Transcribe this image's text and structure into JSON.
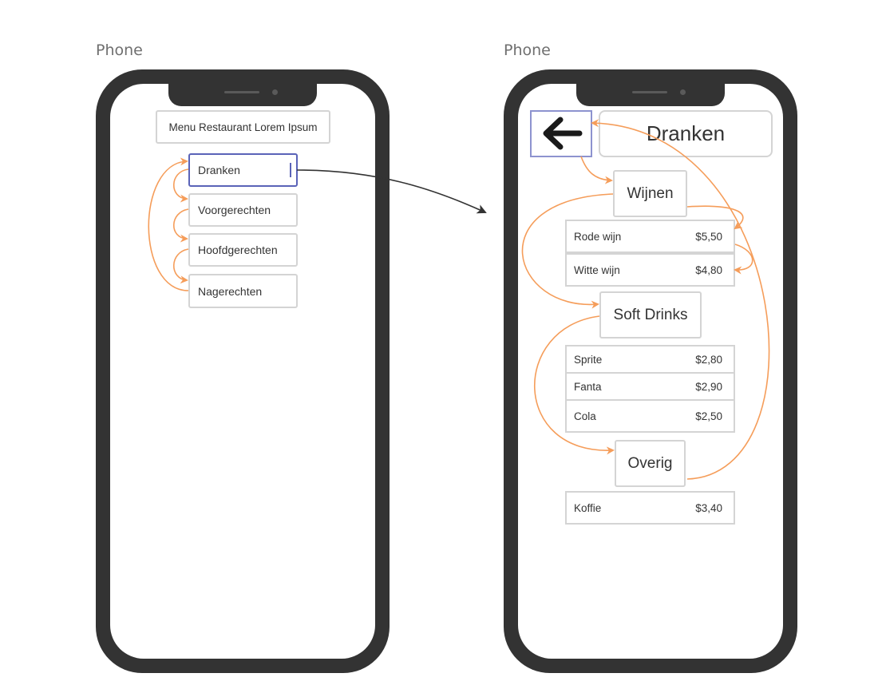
{
  "frames": [
    {
      "label": "Phone"
    },
    {
      "label": "Phone"
    }
  ],
  "left_phone": {
    "title": "Menu Restaurant Lorem Ipsum",
    "menu_items": [
      "Dranken",
      "Voorgerechten",
      "Hoofdgerechten",
      "Nagerechten"
    ]
  },
  "right_phone": {
    "header_title": "Dranken",
    "back_icon": "arrow-left-icon",
    "categories": [
      {
        "name": "Wijnen",
        "items": [
          {
            "name": "Rode wijn",
            "price": "$5,50"
          },
          {
            "name": "Witte wijn",
            "price": "$4,80"
          }
        ]
      },
      {
        "name": "Soft Drinks",
        "items": [
          {
            "name": "Sprite",
            "price": "$2,80"
          },
          {
            "name": "Fanta",
            "price": "$2,90"
          },
          {
            "name": "Cola",
            "price": "$2,50"
          }
        ]
      },
      {
        "name": "Overig",
        "items": [
          {
            "name": "Koffie",
            "price": "$3,40"
          }
        ]
      }
    ]
  },
  "colors": {
    "flow_arrow": "#f59d5a",
    "nav_arrow": "#333333",
    "selected_border": "#5a63b8",
    "phone_body": "#333333"
  }
}
